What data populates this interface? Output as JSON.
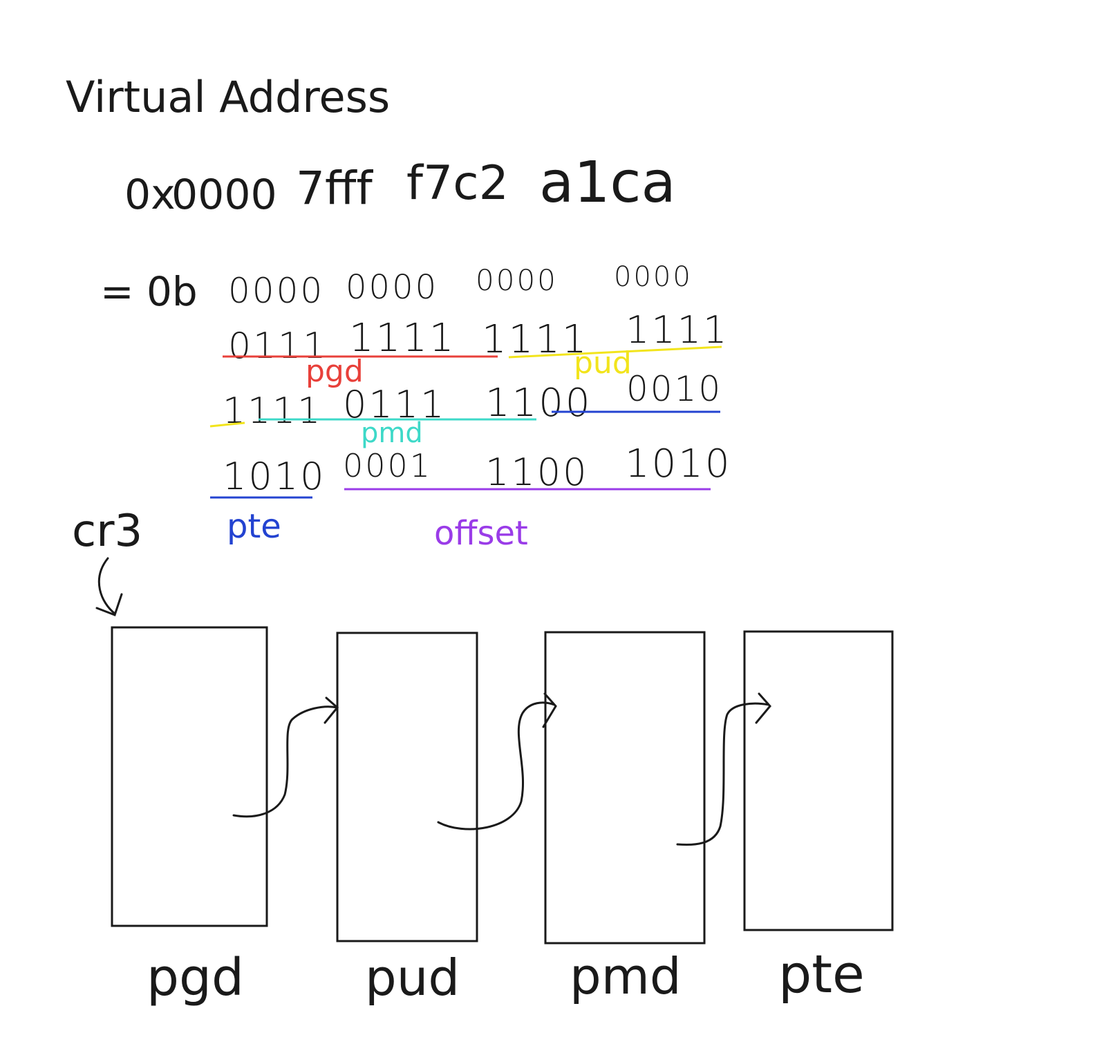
{
  "title": "Virtual Address",
  "address_hex": {
    "prefix": "0x",
    "groups": [
      "0000",
      "7fff",
      "f7c2",
      "a1ca"
    ]
  },
  "binary": {
    "prefix": "= 0b",
    "rows": [
      [
        "0000",
        "0000",
        "0000",
        "0000"
      ],
      [
        "0111",
        "1111",
        "1111",
        "1111"
      ],
      [
        "1111",
        "0111",
        "1100",
        "0010"
      ],
      [
        "1010",
        "0001",
        "1100",
        "1010"
      ]
    ]
  },
  "segment_labels": {
    "pgd": "pgd",
    "pud": "pud",
    "pmd": "pmd",
    "pte": "pte",
    "offset": "offset"
  },
  "register_label": "cr3",
  "tables": [
    {
      "label": "pgd"
    },
    {
      "label": "pud"
    },
    {
      "label": "pmd"
    },
    {
      "label": "pte"
    }
  ],
  "colors": {
    "ink": "#1a1a1a",
    "pgd": "#e8403a",
    "pud": "#f2e41c",
    "pmd": "#3dd9c8",
    "pte": "#2343d1",
    "offset": "#9a3ce8"
  }
}
